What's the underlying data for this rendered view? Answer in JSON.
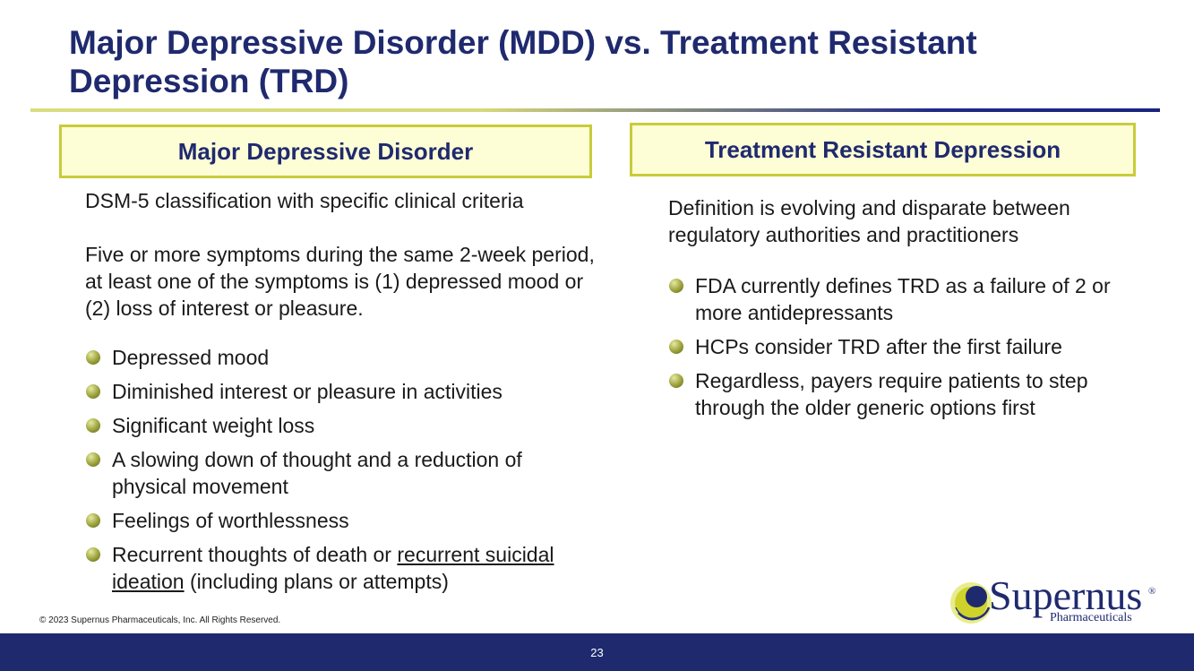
{
  "slide": {
    "title": "Major Depressive Disorder (MDD) vs. Treatment Resistant Depression (TRD)"
  },
  "left": {
    "heading": "Major Depressive Disorder",
    "intro": "DSM-5 classification with specific clinical criteria",
    "criteria": "Five or more symptoms during the same 2-week period, at least one of the symptoms is (1) depressed mood or (2) loss of interest or pleasure.",
    "bullets": [
      "Depressed mood",
      "Diminished interest or pleasure in activities",
      "Significant weight loss",
      "A slowing down of thought and a reduction of physical movement",
      "Feelings of worthlessness"
    ],
    "last_bullet": {
      "before": "Recurrent thoughts of death or ",
      "underlined": "recurrent suicidal ideation",
      "after": " (including plans or attempts)"
    }
  },
  "right": {
    "heading": "Treatment Resistant Depression",
    "intro": "Definition is evolving and disparate between regulatory authorities and practitioners",
    "bullets": [
      "FDA currently defines TRD as a failure of 2 or more antidepressants",
      "HCPs consider TRD after the first failure",
      "Regardless, payers require patients to step through the older generic options first"
    ]
  },
  "footer": {
    "copyright": "© 2023 Supernus Pharmaceuticals, Inc. All Rights Reserved.",
    "page_number": "23"
  },
  "logo": {
    "name": "Supernus",
    "registered": "®",
    "subtitle": "Pharmaceuticals",
    "icon": "supernus-sun-logo-icon"
  },
  "colors": {
    "title": "#1f2a6e",
    "header_fill": "#fefed6",
    "header_border": "#c9cc3a",
    "bullet": "#9aa13a",
    "footer_bar": "#1f2a6e"
  }
}
